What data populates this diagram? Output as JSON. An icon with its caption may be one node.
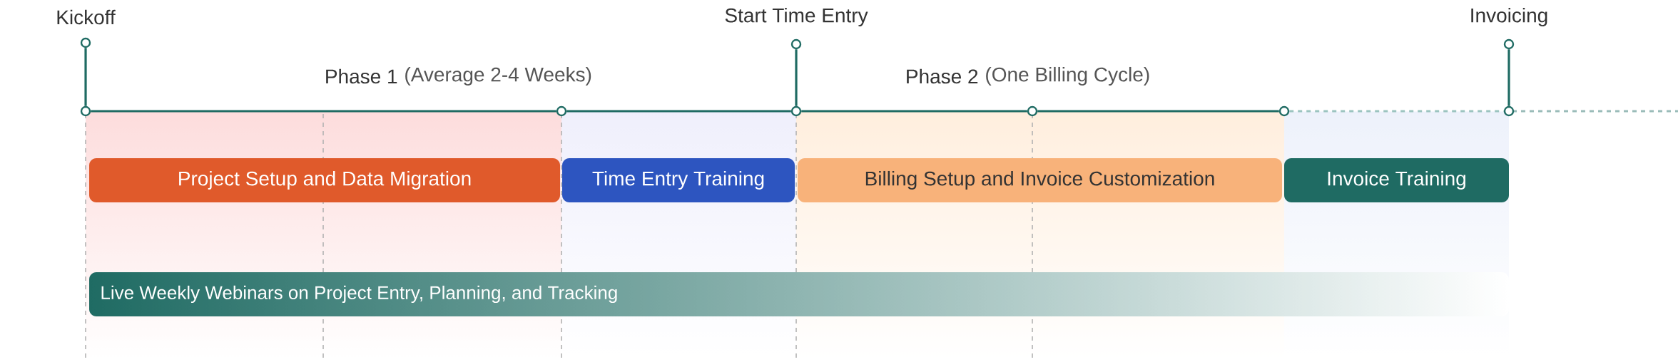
{
  "diagram": {
    "nodes": [
      {
        "text": [
          "Kickoff"
        ]
      },
      {
        "text": [
          "Start Time Entry"
        ]
      },
      {
        "text": [
          "Invoicing"
        ]
      },
      {
        "text": [],
        "shape": "circle"
      },
      {
        "text": [],
        "shape": "circle"
      },
      {
        "text": [],
        "shape": "circle"
      },
      {
        "text": [],
        "shape": "circle"
      },
      {
        "text": [],
        "shape": "circle"
      },
      {
        "text": [],
        "shape": "circle"
      },
      {
        "text": [
          "Project Setup and Data Migration"
        ]
      },
      {
        "text": [
          "Time Entry Training"
        ]
      },
      {
        "text": [
          "Billing Setup and Invoice Customization"
        ]
      },
      {
        "text": [
          "Invoice Training"
        ]
      },
      {
        "text": [
          "Live Weekly Webinars on Project Entry, Planning, and Tracking"
        ]
      },
      {
        "text": [],
        "shape": "circle"
      },
      {
        "text": [],
        "shape": "circle"
      },
      {
        "text": [],
        "shape": "circle"
      }
    ],
    "edges": [
      {
        "from": 14,
        "to": 3,
        "arrow": "none"
      },
      {
        "from": 15,
        "to": 5,
        "arrow": "none"
      },
      {
        "from": 16,
        "to": 8,
        "arrow": "none"
      },
      {
        "from": 3,
        "to": 4,
        "arrow": "none"
      },
      {
        "from": 4,
        "to": 5,
        "arrow": "none"
      },
      {
        "from": 5,
        "to": 6,
        "arrow": "none"
      },
      {
        "from": 6,
        "to": 7,
        "arrow": "none"
      },
      {
        "from": 7,
        "to": 8,
        "arrow": "none",
        "style": "dashed",
        "color": "#9cc4c0"
      }
    ],
    "labels": [
      "Phase 1",
      "(Average 2-4 Weeks)",
      "Phase 2",
      "(One Billing Cycle)"
    ]
  }
}
